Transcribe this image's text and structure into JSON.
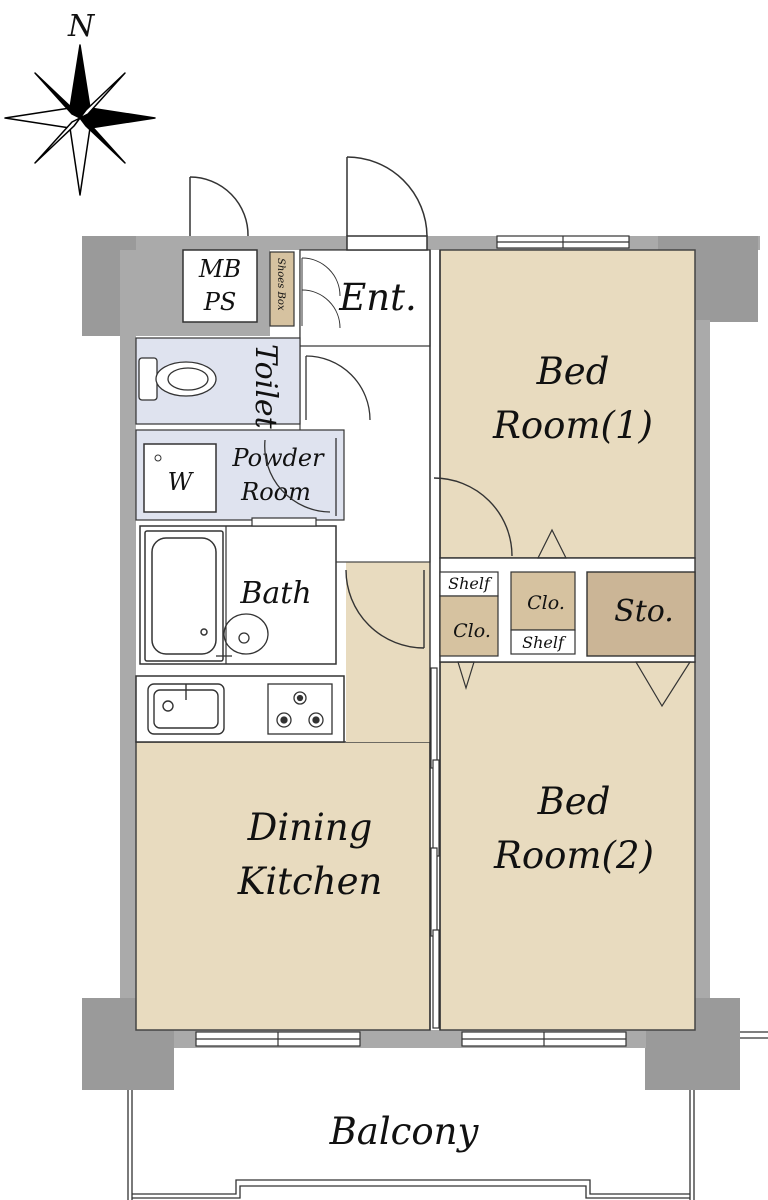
{
  "compass": {
    "north_label": "N"
  },
  "rooms": {
    "mbps": [
      "MB",
      "PS"
    ],
    "shoes_box": "Shoes Box",
    "entrance": "Ent.",
    "toilet": "Toilet",
    "washer": "W",
    "powder_room": [
      "Powder",
      "Room"
    ],
    "bath": "Bath",
    "bedroom1": [
      "Bed",
      "Room(1)"
    ],
    "bedroom2": [
      "Bed",
      "Room(2)"
    ],
    "dining_kitchen": [
      "Dining",
      "Kitchen"
    ],
    "shelf_left": "Shelf",
    "closet_left": "Clo.",
    "closet_right": "Clo.",
    "shelf_right": "Shelf",
    "storage": "Sto.",
    "balcony": "Balcony"
  },
  "colors": {
    "floor_wood": "#e8dbbf",
    "closet_fill": "#d6c2a0",
    "storage_fill": "#cbb596",
    "wet_area": "#dfe3ef",
    "wall": "#aaaaaa",
    "wall_dark": "#9a9a9a",
    "line": "#333333"
  }
}
